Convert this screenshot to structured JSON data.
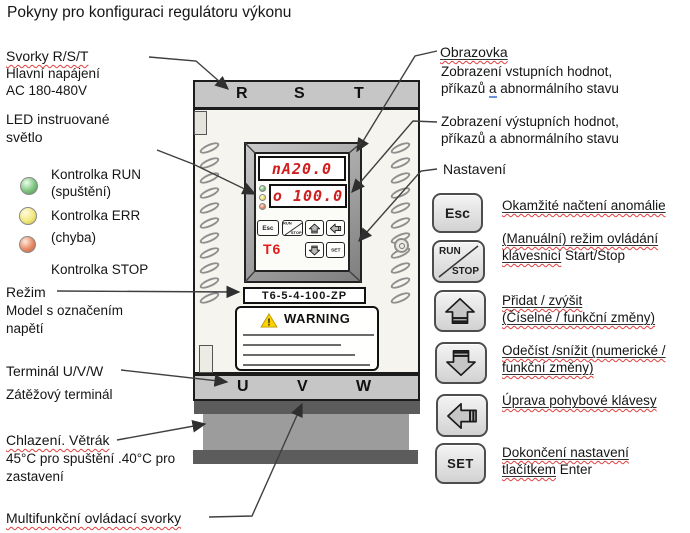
{
  "title": "Pokyny pro konfiguraci regulátoru výkonu",
  "left": {
    "svorky_heading": "Svorky R/S/T",
    "svorky_desc": "Hlavní napájení",
    "svorky_desc2": "AC 180-480V",
    "led_heading": "LED instruované světlo",
    "led_run_label": "Kontrolka RUN",
    "led_run_sub": "(spuštění)",
    "led_err_label": "Kontrolka ERR",
    "led_err_sub": "(chyba)",
    "led_stop_label": "Kontrolka STOP",
    "mode_heading": "Režim",
    "mode_desc": "Model s označením napětí",
    "terminal_heading": "Terminál U/V/W",
    "terminal_desc": "Zátěžový terminál",
    "cooling_heading": "Chlazení. Větrák",
    "cooling_desc": "45°C pro spuštění .40°C pro zastavení",
    "multi_heading": "Multifunkční ovládací svorky"
  },
  "right": {
    "screen_heading": "Obrazovka",
    "screen_line1": "Zobrazení vstupních hodnot,",
    "screen_line2_pre": "příkazů ",
    "screen_line2_mark": "a",
    "screen_line2_post": " abnormálního stavu",
    "output_line1": "Zobrazení výstupních hodnot,",
    "output_line2": "příkazů a abnormálního stavu",
    "settings_heading": "Nastavení"
  },
  "settings_buttons": [
    {
      "label": "Esc",
      "desc1": "Okamžité načtení anomálie"
    },
    {
      "label_top": "RUN",
      "label_bottom": "STOP",
      "desc1": "(Manuální) režim ovládání",
      "desc2_sq": "klávesnicí",
      "desc2_plain": " Start/Stop"
    },
    {
      "icon": "arrow-up-icon",
      "desc1": "Přidat / zvýšit",
      "desc2_sq": "(Číselné / funkční změny)"
    },
    {
      "icon": "arrow-down-icon",
      "desc1": "Odečíst /snížit (numerické /",
      "desc2_sq": "funkční změny)"
    },
    {
      "icon": "arrow-left-icon",
      "desc1": "Úprava pohybové klávesy"
    },
    {
      "label": "SET",
      "desc1": "Dokončení nastavení",
      "desc2_sq": "tlačítkem",
      "desc2_plain": " Enter"
    }
  ],
  "device": {
    "input_terminals": [
      "R",
      "S",
      "T"
    ],
    "output_terminals": [
      "U",
      "V",
      "W"
    ],
    "display_top": "nA20.0",
    "display_bottom": "o 100.0",
    "keypad": {
      "esc": "Esc",
      "run": "RUN",
      "stop": "STOP",
      "brand": "T6",
      "set": "SET"
    },
    "model_label": "T6-5-4-100-ZP",
    "warning_title": "WARNING"
  },
  "colors": {
    "led_run": "#7cc47f",
    "led_err": "#f1e87d",
    "led_stop": "#e78a66",
    "display_digits": "#cf1f1f",
    "brand_red": "#e31b1b",
    "warning_yellow": "#ffd300",
    "spellcheck_red": "#e04040",
    "grammar_blue": "#6a93d8"
  }
}
